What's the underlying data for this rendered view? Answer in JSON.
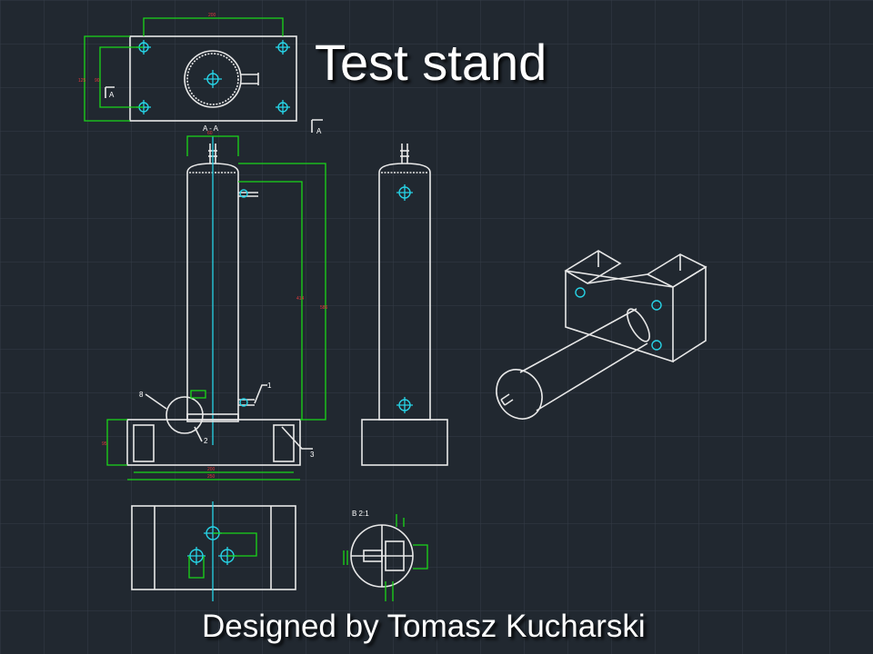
{
  "title": "Test stand",
  "credit": "Designed by Tomasz Kucharski",
  "annotations": {
    "section": "A - A",
    "section_marker": "A",
    "detail": "B 2:1",
    "balloon_1": "1",
    "balloon_2": "2",
    "balloon_3": "3",
    "balloon_8": "8"
  },
  "colors": {
    "background": "#212830",
    "grid": "#3a424c",
    "geometry": "#e8e8e8",
    "dimensions": "#19d619",
    "centerlines": "#27d3e6",
    "dimension_text": "#e23b3b"
  }
}
